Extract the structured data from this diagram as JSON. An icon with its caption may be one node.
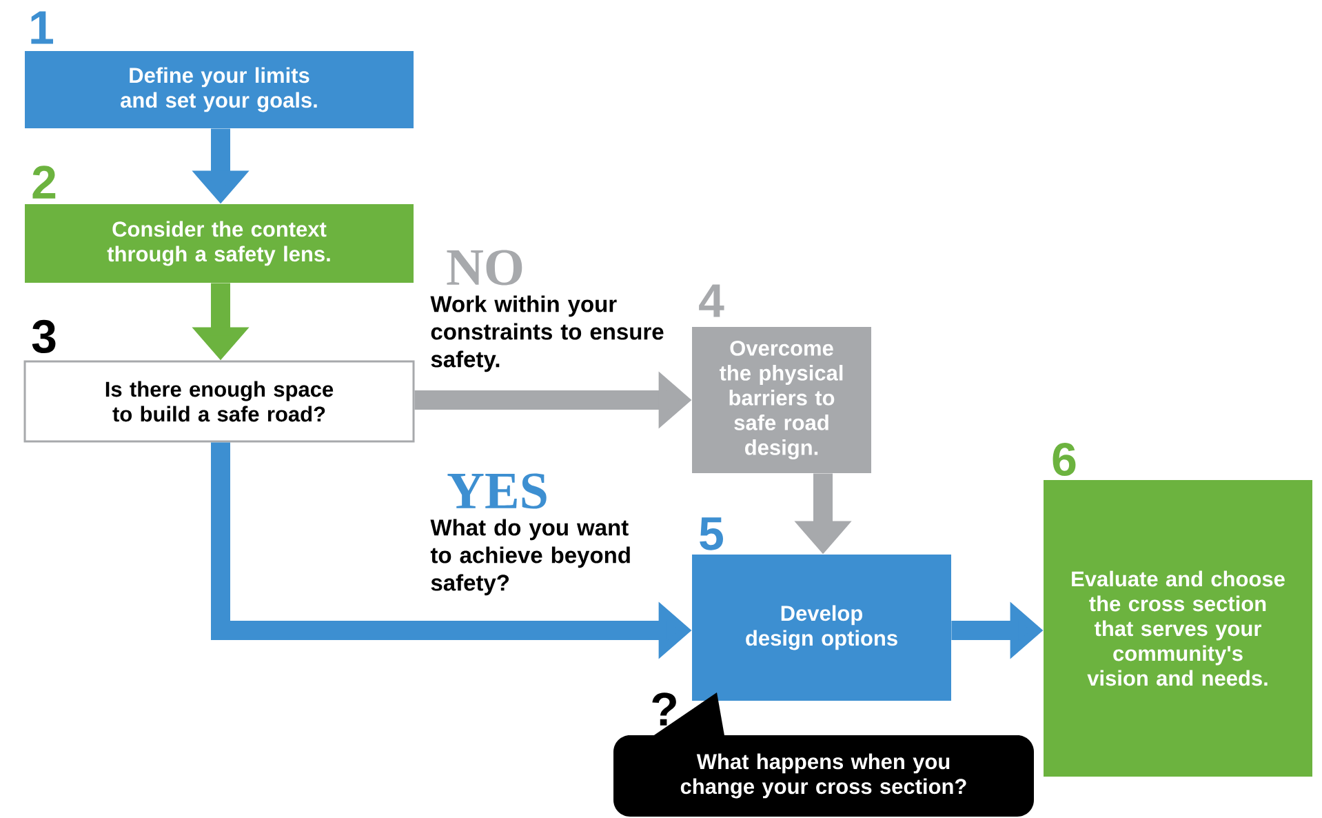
{
  "diagram": {
    "nodes": [
      {
        "text": [
          "Define your limits and set your goals."
        ],
        "beside": [
          "1"
        ]
      },
      {
        "text": [
          "Consider the context through a safety lens."
        ],
        "beside": [
          "2"
        ]
      },
      {
        "text": [
          "Is there enough space to build a safe road?"
        ],
        "beside": [
          "3"
        ]
      },
      {
        "text": [
          "Overcome the physical barriers to safe road design."
        ],
        "beside": [
          "4"
        ]
      },
      {
        "text": [
          "Develop design options"
        ],
        "beside": [
          "5"
        ]
      },
      {
        "text": [
          "Evaluate and choose the cross section that serves your community's vision and needs."
        ],
        "beside": [
          "6"
        ]
      },
      {
        "text": [
          "What happens when you change your cross section?"
        ],
        "beside": [
          "?"
        ]
      }
    ],
    "edges": [
      {
        "from": 0,
        "to": 1,
        "arrow": "to"
      },
      {
        "from": 1,
        "to": 2,
        "arrow": "to",
        "color": "#6cb33f"
      },
      {
        "from": 2,
        "to": 3,
        "arrow": "to",
        "label": "NO",
        "color": "#a7a9ac"
      },
      {
        "from": 2,
        "to": 4,
        "arrow": "to",
        "label": "YES"
      },
      {
        "from": 3,
        "to": 4,
        "arrow": "to",
        "color": "#a7a9ac"
      },
      {
        "from": 4,
        "to": 5,
        "arrow": "to"
      }
    ],
    "labels": [
      "Work within your constraints to ensure safety.",
      "What do you want to achieve beyond safety?"
    ]
  }
}
